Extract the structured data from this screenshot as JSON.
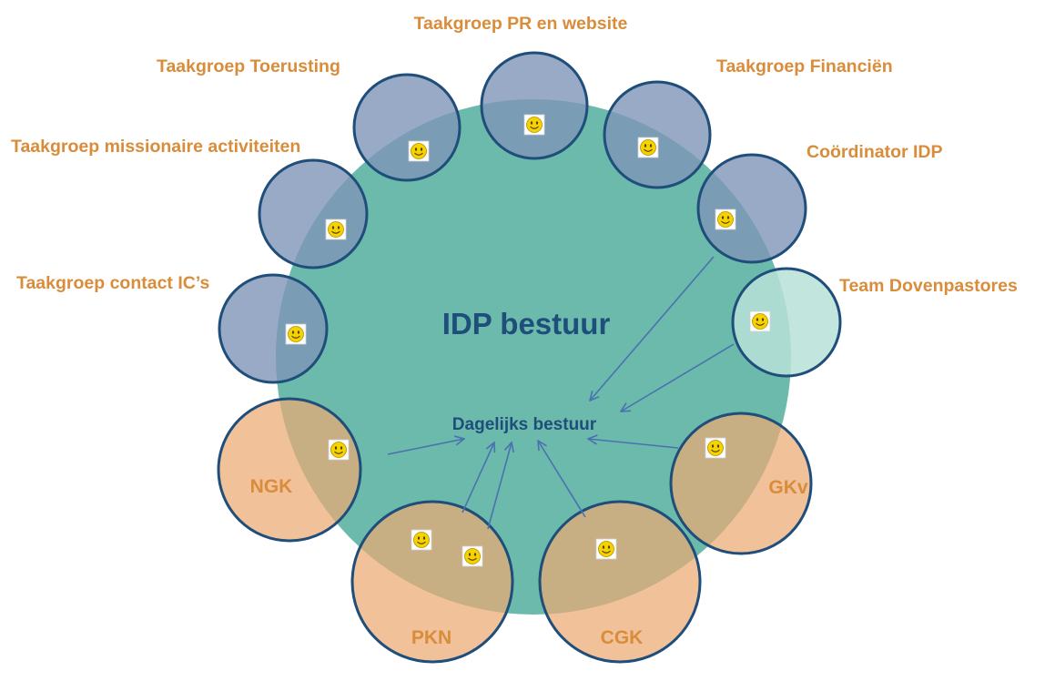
{
  "colors": {
    "main_circle": "#4aab98",
    "task_circle_fill": "#7f95b8",
    "task_circle_stroke": "#1f4e7a",
    "team_circle_fill": "#b7e0d8",
    "member_circle_fill": "#eba973",
    "label_orange": "#d98c3a",
    "title_blue": "#1f4e7a",
    "arrow_blue": "#4a72b0",
    "smiley_face": "#f5d300"
  },
  "center": {
    "title": "IDP bestuur",
    "subtitle": "Dagelijks bestuur"
  },
  "nodes": [
    {
      "id": "pr-website",
      "label": "Taakgroep PR en website",
      "kind": "task",
      "smileys": 1
    },
    {
      "id": "financien",
      "label": "Taakgroep Financiën",
      "kind": "task",
      "smileys": 1
    },
    {
      "id": "coordinator",
      "label": "Coördinator IDP",
      "kind": "task",
      "smileys": 1
    },
    {
      "id": "dovenpastores",
      "label": "Team Dovenpastores",
      "kind": "team",
      "smileys": 1
    },
    {
      "id": "gkv",
      "label": "GKv",
      "kind": "member",
      "smileys": 1
    },
    {
      "id": "cgk",
      "label": "CGK",
      "kind": "member",
      "smileys": 1
    },
    {
      "id": "pkn",
      "label": "PKN",
      "kind": "member",
      "smileys": 2
    },
    {
      "id": "ngk",
      "label": "NGK",
      "kind": "member",
      "smileys": 1
    },
    {
      "id": "contact-ic",
      "label": "Taakgroep contact IC’s",
      "kind": "task",
      "smileys": 1
    },
    {
      "id": "missionaire",
      "label": "Taakgroep missionaire activiteiten",
      "kind": "task",
      "smileys": 1
    },
    {
      "id": "toerusting",
      "label": "Taakgroep Toerusting",
      "kind": "task",
      "smileys": 1
    }
  ],
  "icons": {
    "smiley": "smiley-icon",
    "arrow": "arrow-icon"
  }
}
